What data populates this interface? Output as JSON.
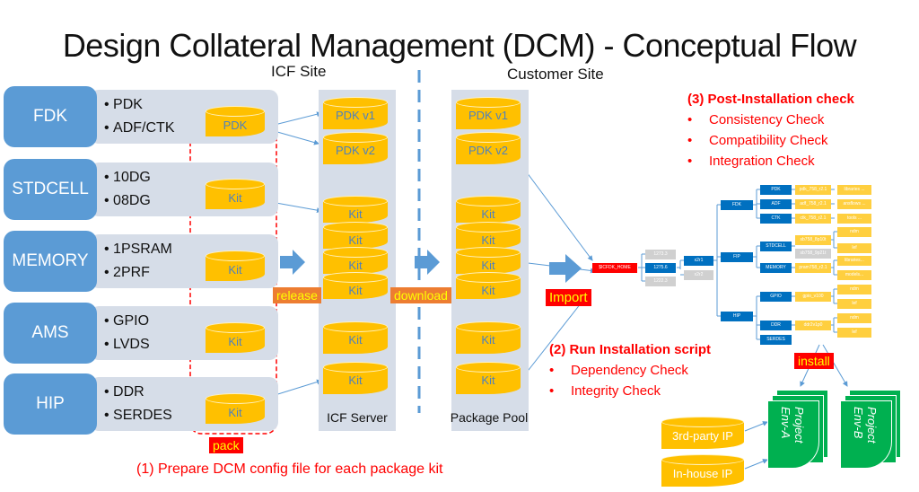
{
  "title": "Design Collateral Management (DCM) - Conceptual Flow",
  "sites": {
    "icf": "ICF Site",
    "customer": "Customer Site"
  },
  "categories": [
    {
      "name": "FDK",
      "items": [
        "PDK",
        "ADF/CTK"
      ],
      "pack": "PDK"
    },
    {
      "name": "STDCELL",
      "items": [
        "10DG",
        "08DG"
      ],
      "pack": "Kit"
    },
    {
      "name": "MEMORY",
      "items": [
        "1PSRAM",
        "2PRF"
      ],
      "pack": "Kit"
    },
    {
      "name": "AMS",
      "items": [
        "GPIO",
        "LVDS"
      ],
      "pack": "Kit"
    },
    {
      "name": "HIP",
      "items": [
        "DDR",
        "SERDES"
      ],
      "pack": "Kit"
    }
  ],
  "icf_server": {
    "label": "ICF Server",
    "drums": [
      "PDK v1",
      "PDK v2",
      "Kit",
      "Kit",
      "Kit",
      "Kit",
      "Kit",
      "Kit"
    ]
  },
  "package_pool": {
    "label": "Package Pool",
    "drums": [
      "PDK v1",
      "PDK v2",
      "Kit",
      "Kit",
      "Kit",
      "Kit",
      "Kit",
      "Kit"
    ]
  },
  "actions": {
    "pack": "pack",
    "release": "release",
    "download": "download",
    "import": "Import",
    "install": "install"
  },
  "step1": "(1) Prepare DCM config file for each package kit",
  "step2": {
    "heading": "(2) Run Installation script",
    "items": [
      "Dependency Check",
      "Integrity Check"
    ]
  },
  "step3": {
    "heading": "(3) Post-Installation check",
    "items": [
      "Consistency Check",
      "Compatibility Check",
      "Integration Check"
    ]
  },
  "tree": {
    "root": "$ICFDK_HOME",
    "versions": [
      "1273.3",
      "1275.6",
      "1222.3"
    ],
    "revs": [
      "x2r1",
      "x2r2"
    ],
    "groups": [
      "FDK",
      "FIP",
      "HIP"
    ],
    "fdk": [
      {
        "name": "PDK",
        "pkg": "pdk_758_r2.1",
        "leaf": "libraries ..."
      },
      {
        "name": "ADF",
        "pkg": "adf_758_r2.1",
        "leaf": "ansflows ..."
      },
      {
        "name": "CTK",
        "pkg": "ctk_758_r2.1",
        "leaf": "tools ..."
      }
    ],
    "fip": [
      {
        "name": "STDCELL",
        "pkg": "sb758_8p10t",
        "pkg2": "sb758_9p21t",
        "leaves": [
          "ndm",
          "lef"
        ]
      },
      {
        "name": "MEMORY",
        "pkg": "pram758_r2.1",
        "leaves": [
          "libraries...",
          "models..."
        ]
      }
    ],
    "hip": [
      {
        "name": "GPIO",
        "pkg": "gpio_v100",
        "leaves": [
          "ndm",
          "lef"
        ]
      },
      {
        "name": "DDR",
        "pkg": "ddr2v1p0",
        "leaves": [
          "ndm",
          "lef"
        ]
      },
      {
        "name": "SERDES"
      }
    ]
  },
  "ip_sources": [
    "3rd-party IP",
    "In-house IP"
  ],
  "envs": [
    {
      "l1": "Project",
      "l2": "Env-A"
    },
    {
      "l1": "Project",
      "l2": "Env-B"
    }
  ]
}
